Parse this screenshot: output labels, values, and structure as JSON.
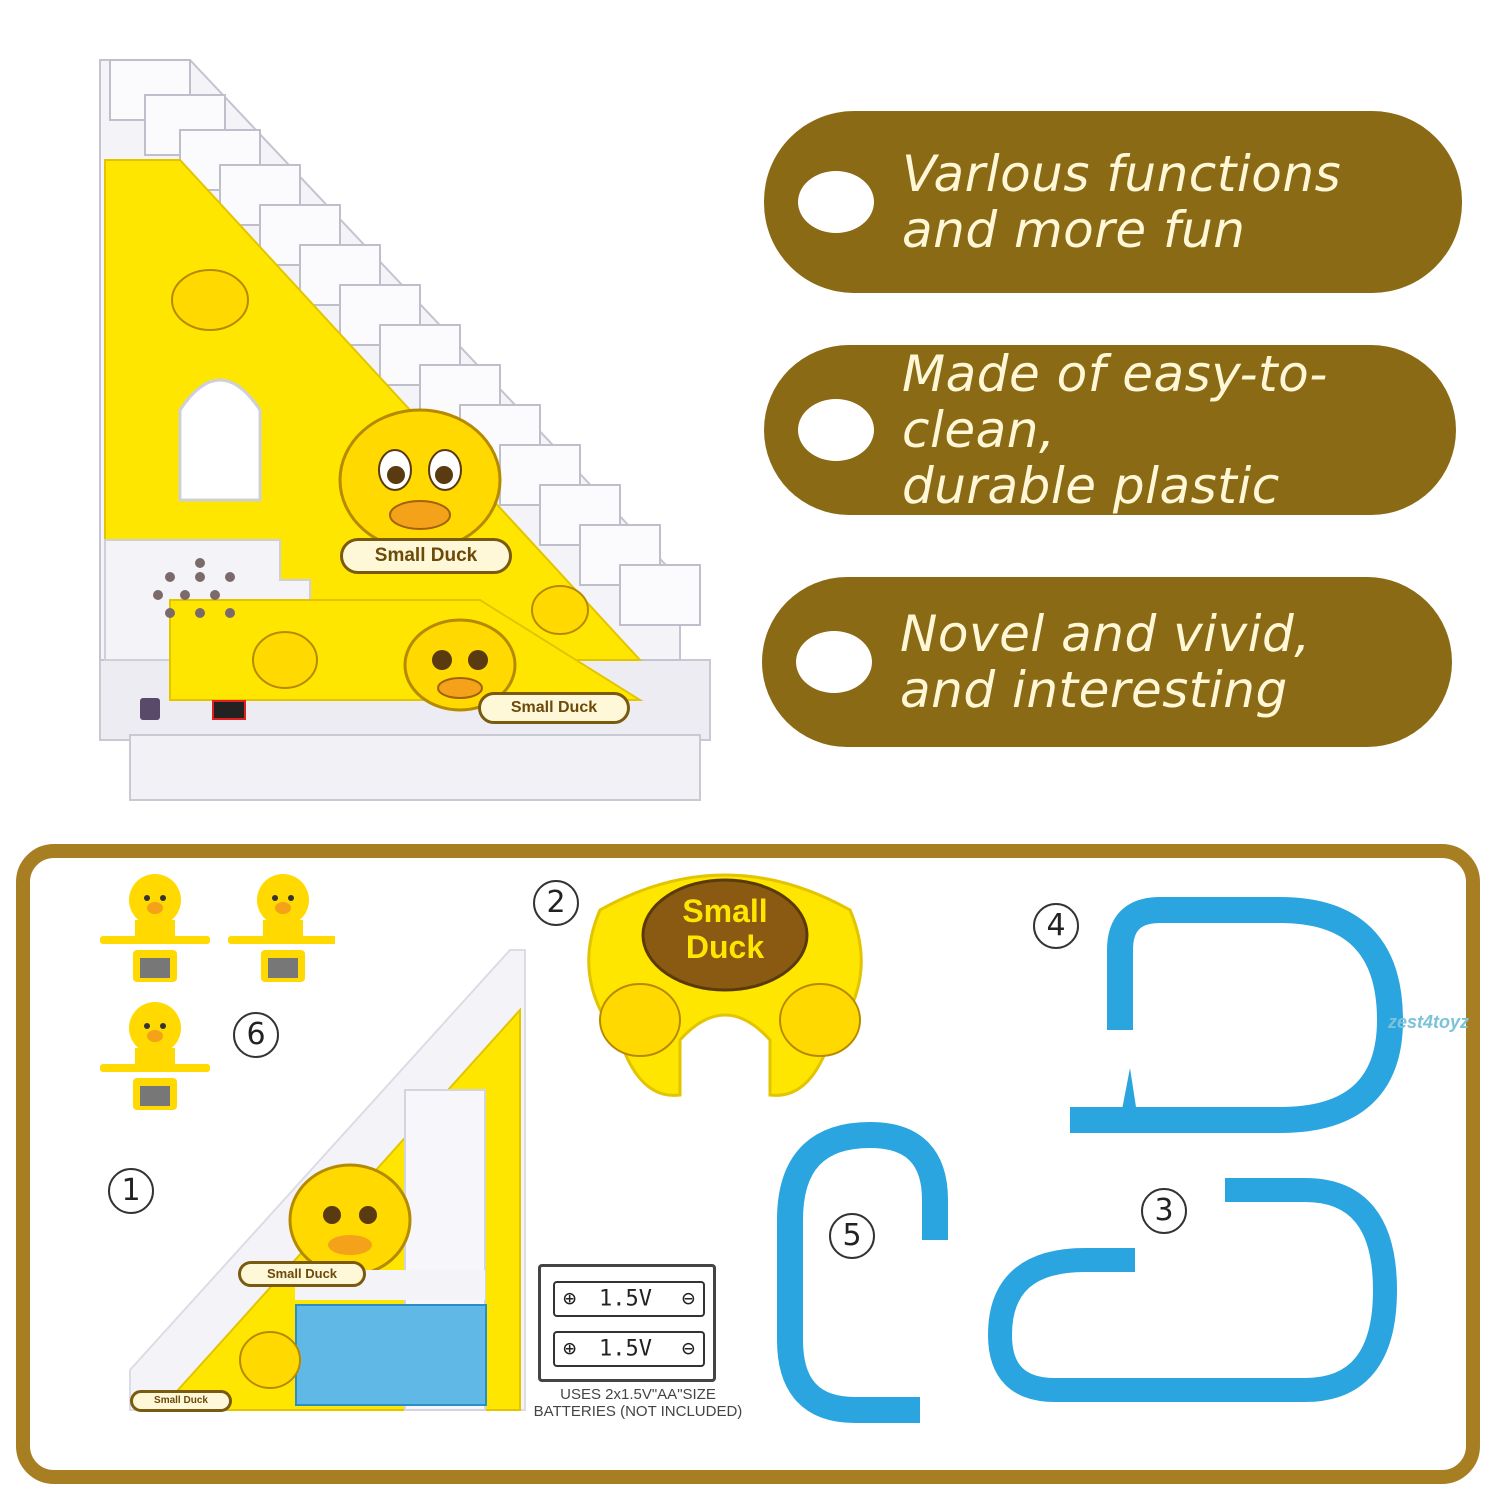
{
  "tags": [
    {
      "line1": "Varlous functions",
      "line2": "and more fun"
    },
    {
      "line1": "Made of easy-to-clean,",
      "line2": "durable plastic"
    },
    {
      "line1": "Novel and vivid,",
      "line2": "and interesting"
    }
  ],
  "product": {
    "label_main": "Small Duck",
    "label_base": "Small Duck"
  },
  "parts": {
    "num1": "1",
    "num2": "2",
    "num3": "3",
    "num4": "4",
    "num5": "5",
    "num6": "6",
    "board_label_line1": "Small",
    "board_label_line2": "Duck",
    "mini_label_main": "Small Duck",
    "mini_label_base": "Small Duck",
    "battery_cell_1": "1.5V",
    "battery_cell_2": "1.5V",
    "battery_note_line1": "USES 2x1.5V\"AA\"SIZE",
    "battery_note_line2": "BATTERIES (NOT INCLUDED)",
    "watermark": "zest4toyz"
  },
  "colors": {
    "tag_brown": "#8a6a14",
    "card_border": "#a77f22",
    "duck_yellow": "#ffe600",
    "track_blue": "#2aa5e0"
  },
  "icons": [
    "duck-figure-icon",
    "speaker-grille-icon",
    "power-switch-icon",
    "battery-icon"
  ]
}
